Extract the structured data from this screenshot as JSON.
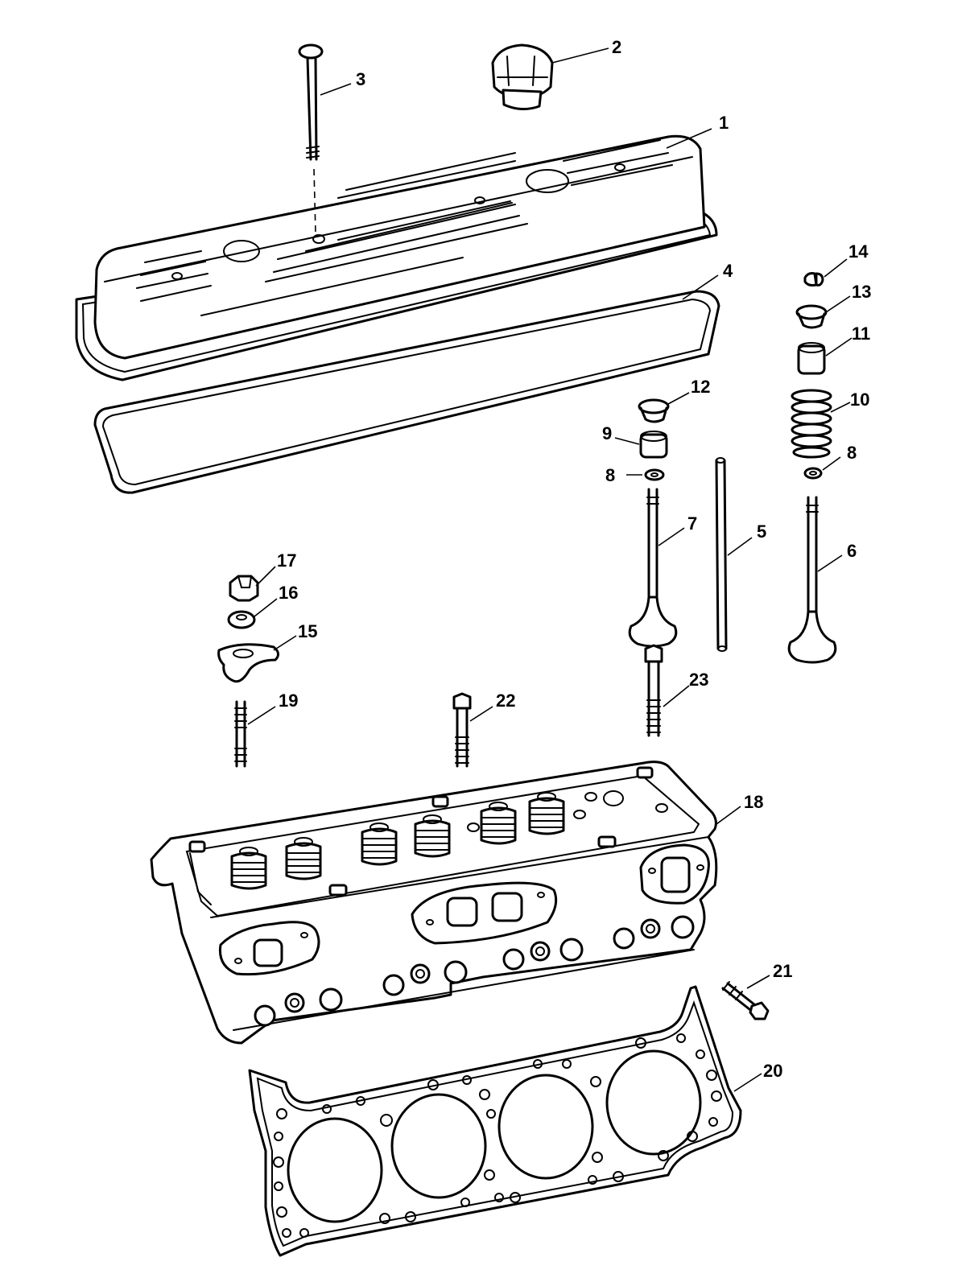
{
  "callouts": {
    "c1": "1",
    "c2": "2",
    "c3": "3",
    "c4": "4",
    "c5": "5",
    "c6": "6",
    "c7": "7",
    "c8a": "8",
    "c8b": "8",
    "c9": "9",
    "c10": "10",
    "c11": "11",
    "c12": "12",
    "c13": "13",
    "c14": "14",
    "c15": "15",
    "c16": "16",
    "c17": "17",
    "c18": "18",
    "c19": "19",
    "c20": "20",
    "c21": "21",
    "c22": "22",
    "c23": "23"
  }
}
